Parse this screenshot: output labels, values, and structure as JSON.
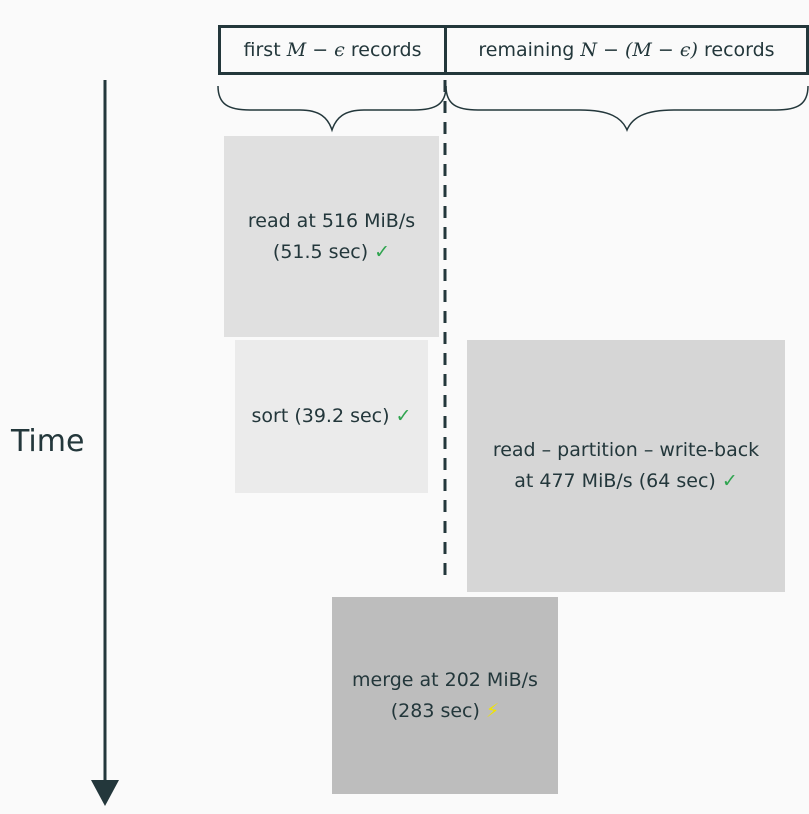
{
  "header": {
    "left_pre": "first ",
    "left_math": "M − ϵ",
    "left_post": " records",
    "right_pre": "remaining ",
    "right_math": "N − (M − ϵ)",
    "right_post": " records"
  },
  "time_label": "Time",
  "blocks": {
    "read": {
      "line1": "read at  516 MiB/s",
      "line2": "(51.5 sec)",
      "status": "✓"
    },
    "sort": {
      "line1": "sort (39.2 sec)",
      "status": "✓"
    },
    "partition": {
      "line1": "read – partition – write-back",
      "line2": "at 477 MiB/s (64 sec)",
      "status": "✓"
    },
    "merge": {
      "line1": "merge at 202 MiB/s",
      "line2": "(283 sec)",
      "status": "⚡"
    }
  },
  "colors": {
    "read_fill": "#e0e0e0",
    "sort_fill": "#ebebeb",
    "partition_fill": "#d6d6d6",
    "merge_fill": "#bdbdbd",
    "check": "#2fa44f",
    "bolt": "#f0e400",
    "ink": "#23373b"
  }
}
